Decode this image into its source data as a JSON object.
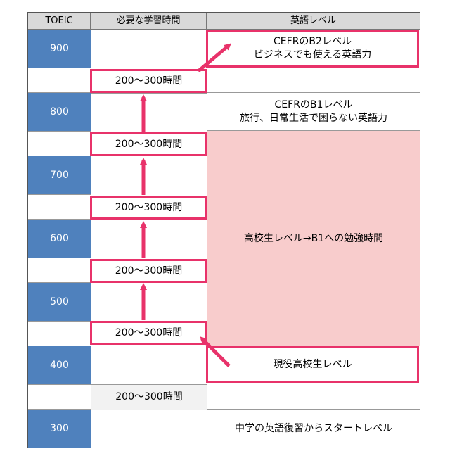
{
  "header": {
    "col1": "TOEIC",
    "col2": "必要な学習時間",
    "col3": "英語レベル"
  },
  "scores": [
    "900",
    "800",
    "700",
    "600",
    "500",
    "400",
    "300"
  ],
  "study_time_label": "200～300時間",
  "levels": {
    "900": [
      "CEFRのB2レベル",
      "ビジネスでも使える英語力"
    ],
    "800": [
      "CEFRのB1レベル",
      "旅行、日常生活で困らない英語力"
    ],
    "highschool_band": "高校生レベル→B1への勉強時間",
    "400": "現役高校生レベル",
    "300": "中学の英語復習からスタートレベル"
  },
  "colors": {
    "score_fill": "#4f81bd",
    "highlight_border": "#e8326a",
    "band_fill": "#f8cccc",
    "header_fill": "#d9d9d9"
  }
}
